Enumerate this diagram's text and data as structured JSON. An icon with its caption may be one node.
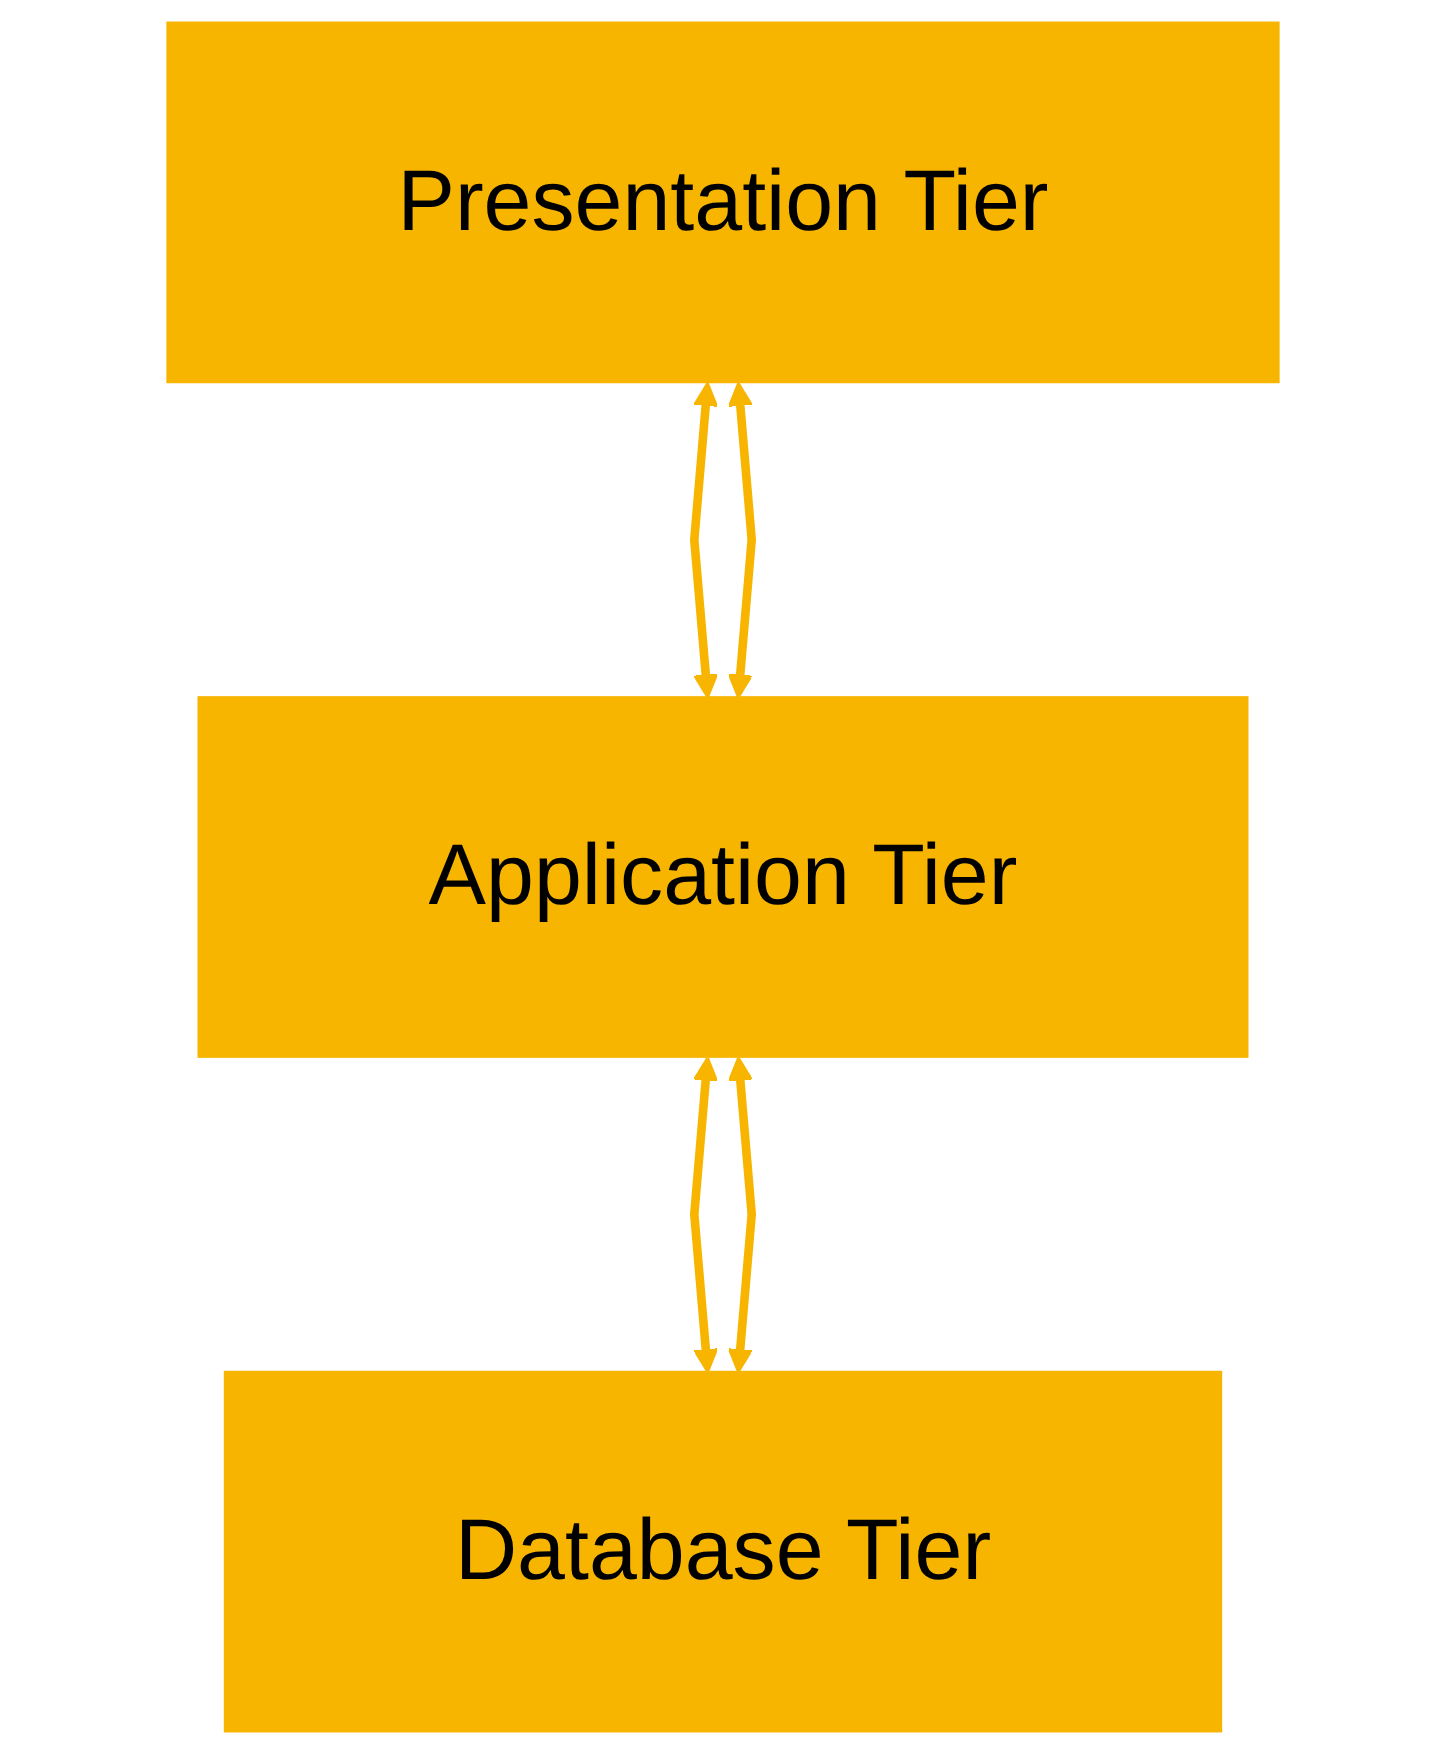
{
  "diagram": {
    "nodes": [
      {
        "text": [
          "Presentation Tier"
        ]
      },
      {
        "text": [
          "Application Tier"
        ]
      },
      {
        "text": [
          "Database Tier"
        ]
      }
    ],
    "edges": [
      {
        "from": 0,
        "to": 1,
        "arrow": "both"
      },
      {
        "from": 0,
        "to": 1,
        "arrow": "both"
      },
      {
        "from": 1,
        "to": 2,
        "arrow": "both"
      },
      {
        "from": 1,
        "to": 2,
        "arrow": "both"
      }
    ]
  }
}
